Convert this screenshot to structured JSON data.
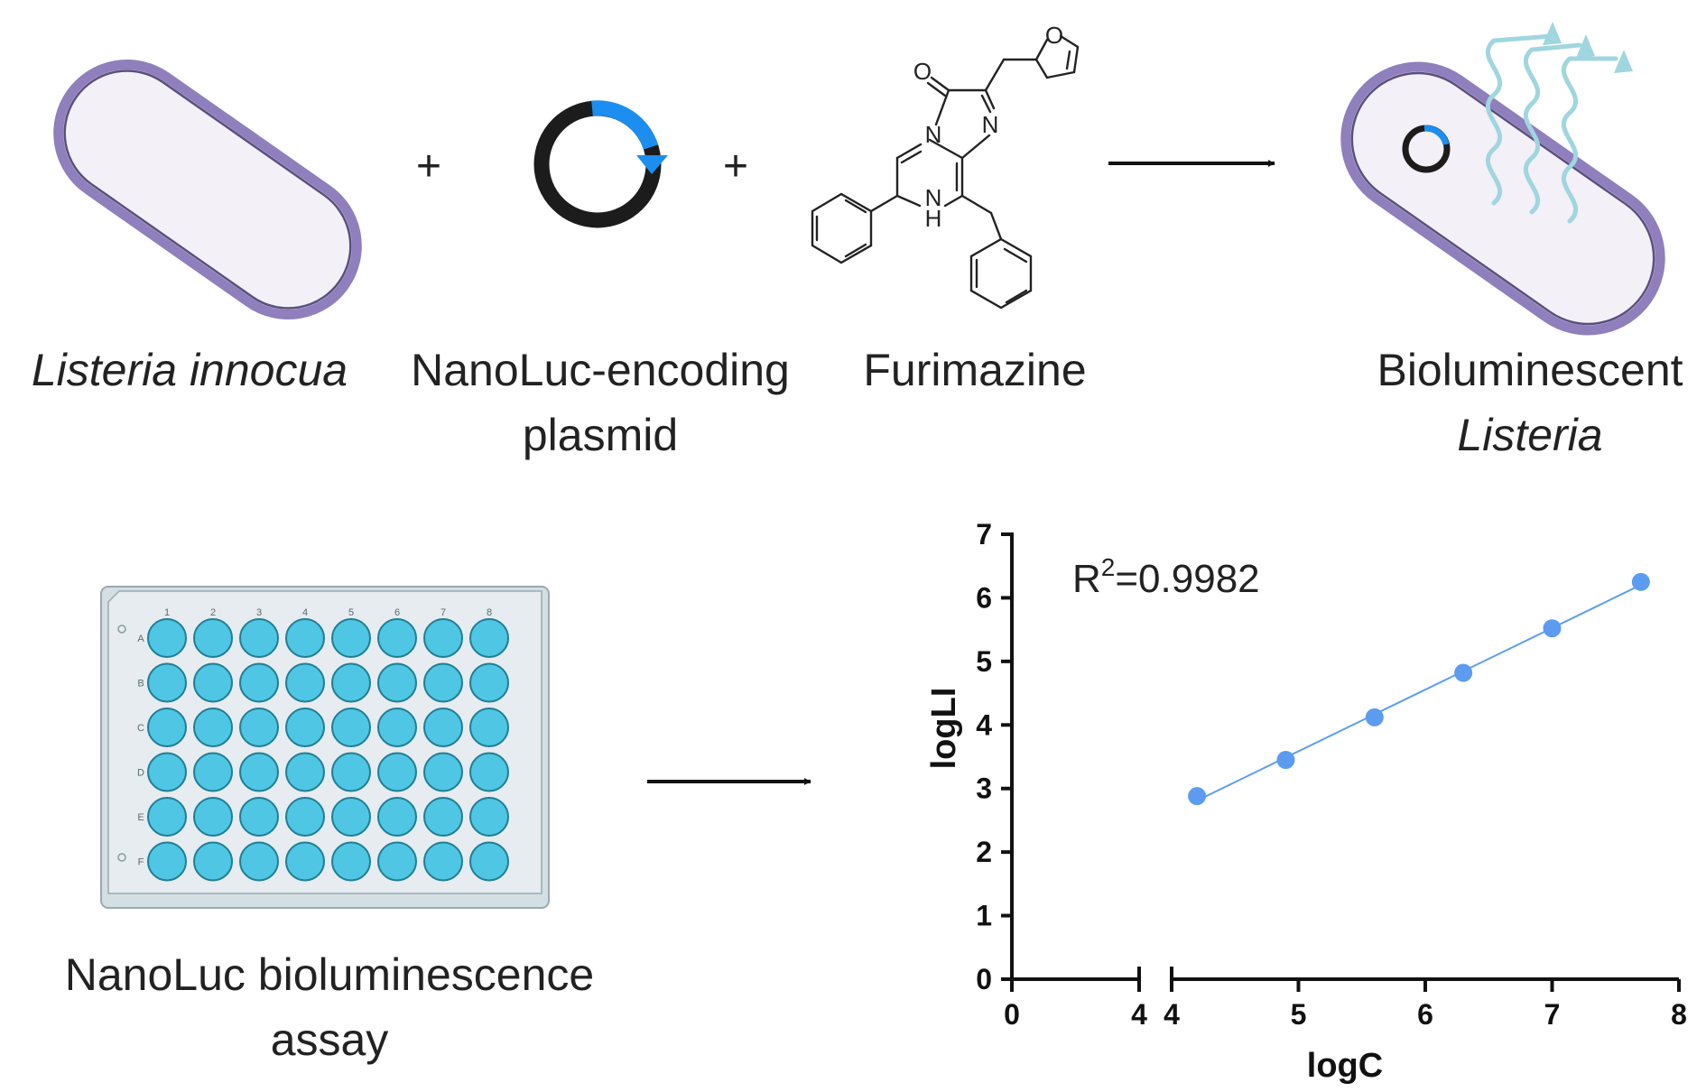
{
  "labels": {
    "bacterium": "Listeria innocua",
    "plasmid_line1": "NanoLuc-encoding",
    "plasmid_line2": "plasmid",
    "substrate": "Furimazine",
    "product_line1": "Bioluminescent",
    "product_line2": "Listeria",
    "assay_line1": "NanoLuc bioluminescence",
    "assay_line2": "assay"
  },
  "operators": {
    "plus": "+"
  },
  "molecule": {
    "atoms": [
      "O",
      "N",
      "N",
      "N",
      "H",
      "O"
    ]
  },
  "plate": {
    "rows": [
      "A",
      "B",
      "C",
      "D",
      "E",
      "F"
    ],
    "columns": [
      "1",
      "2",
      "3",
      "4",
      "5",
      "6",
      "7",
      "8"
    ],
    "well_color": "#4fc6e3"
  },
  "colors": {
    "membrane": "#8f7fbd",
    "cell_fill": "#f3f0f8",
    "plasmid_ring": "#1c1c1c",
    "plasmid_arrow": "#1b8ef0",
    "glow": "#9fd6df",
    "series": "#5b9cf0"
  },
  "chart_data": {
    "type": "scatter",
    "xlabel": "logC",
    "ylabel": "logLI",
    "annotation": {
      "prefix": "R",
      "superscript": "2",
      "suffix": "=0.9982"
    },
    "x_axis_break": {
      "segment1": [
        0,
        4
      ],
      "segment2": [
        4,
        8
      ]
    },
    "ylim": [
      0,
      7
    ],
    "x_ticks": [
      "0",
      "4",
      "4",
      "5",
      "6",
      "7",
      "8"
    ],
    "y_ticks": [
      "0",
      "1",
      "2",
      "3",
      "4",
      "5",
      "6",
      "7"
    ],
    "fit": "linear",
    "points": [
      {
        "x": 4.2,
        "y": 2.88
      },
      {
        "x": 4.9,
        "y": 3.45
      },
      {
        "x": 5.6,
        "y": 4.12
      },
      {
        "x": 6.3,
        "y": 4.82
      },
      {
        "x": 7.0,
        "y": 5.52
      },
      {
        "x": 7.7,
        "y": 6.25
      }
    ]
  }
}
